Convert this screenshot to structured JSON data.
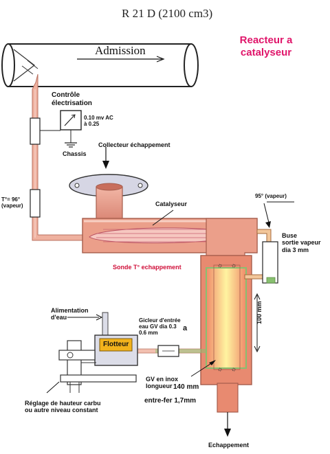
{
  "title": "R 21 D (2100 cm3)",
  "subtitle": "Reacteur a\ncatalyseur",
  "labels": {
    "admission": "Admission",
    "controle": "Contrôle\nélectrisation",
    "voltage": "0.10 mv AC\nà 0.25",
    "chassis": "Chassis",
    "temp_left": "T°= 96°\n(vapeur)",
    "collecteur": "Collecteur échappement",
    "catalyseur": "Catalyseur",
    "temp_right": "95° (vapeur)",
    "buse": "Buse\nsortie vapeur\ndia 3 mm",
    "sonde": "Sonde T°  echappement",
    "dim_100": "100 mm",
    "alimentation": "Alimentation\nd'eau",
    "gicleur": "Gicleur d'entrée\neau GV dia 0.3\n0.6          mm",
    "gicleur_a": "a",
    "flotteur": "Flotteur",
    "gv": "GV en inox\nlongueur",
    "gv_len": "140 mm",
    "entrefer": "entre-fer 1,7mm",
    "reglage": "Réglage de hauteur carbu\nou autre niveau constant",
    "echappement": "Echappement"
  },
  "colors": {
    "pipe": "#e69f8e",
    "pipe_dark": "#b8705f",
    "tube_light": "#f3c2ad",
    "accent": "#e0156a",
    "flotteur": "#f2b21c",
    "green": "#88c070",
    "carb": "#dcdde8"
  }
}
